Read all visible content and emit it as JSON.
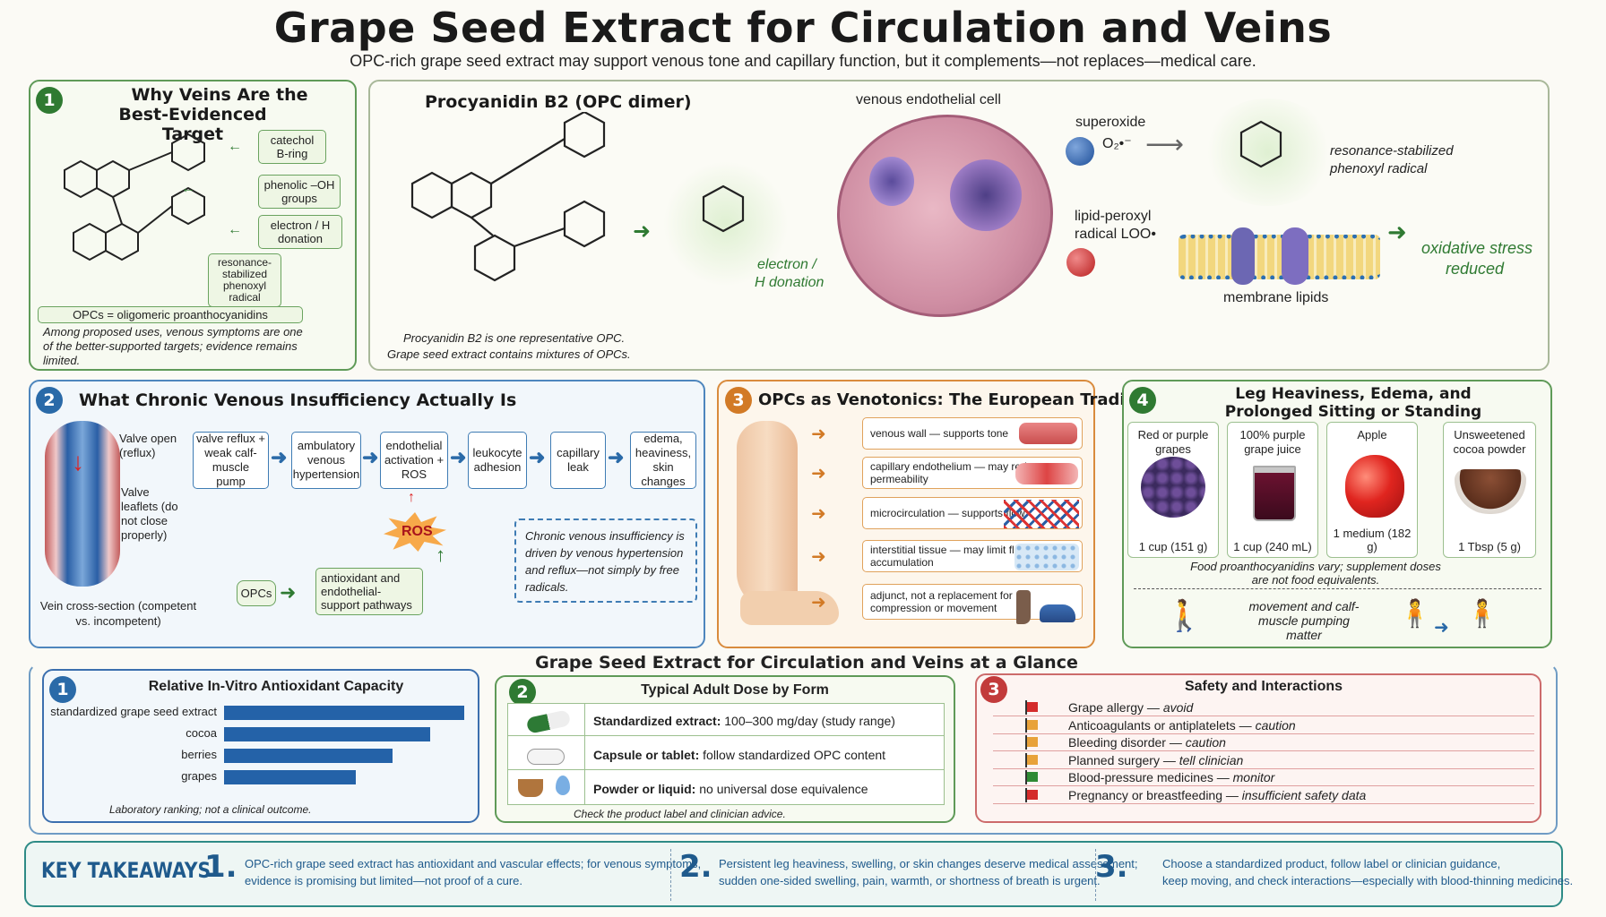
{
  "header": {
    "title": "Grape Seed Extract for Circulation and Veins",
    "subtitle": "OPC-rich grape seed extract may support venous tone and capillary function, but it complements—not replaces—medical care."
  },
  "panel1": {
    "number": "1",
    "title_line1": "Why Veins Are the",
    "title_line2": "Best-Evidenced Target",
    "labels": {
      "catechol": "catechol B-ring",
      "phenolic": "phenolic –OH groups",
      "electron": "electron / H donation",
      "resonance": "resonance-stabilized phenoxyl radical"
    },
    "opc_definition": "OPCs = oligomeric proanthocyanidins",
    "note": "Among proposed uses, venous symptoms are one of the better-supported targets; evidence remains limited."
  },
  "diagram": {
    "molecule_title": "Procyanidin B2 (OPC dimer)",
    "molecule_note_line1": "Procyanidin B2 is one representative OPC.",
    "molecule_note_line2": "Grape seed extract contains mixtures of OPCs.",
    "cell_label": "venous endothelial cell",
    "superoxide": "superoxide",
    "superoxide_formula": "O₂•⁻",
    "lipid_peroxyl_line1": "lipid-peroxyl",
    "lipid_peroxyl_line2": "radical LOO•",
    "electron_donation_line1": "electron /",
    "electron_donation_line2": "H donation",
    "radical_line1": "resonance-stabilized",
    "radical_line2": "phenoxyl radical",
    "membrane": "membrane lipids",
    "oxidative_line1": "oxidative stress",
    "oxidative_line2": "reduced"
  },
  "panel2": {
    "number": "2",
    "title": "What Chronic Venous Insufficiency Actually Is",
    "valve_open": "Valve open (reflux)",
    "valve_leaflets": "Valve leaflets (do not close properly)",
    "cross_section": "Vein cross-section (competent vs. incompetent)",
    "flow": [
      "valve reflux + weak calf-muscle pump",
      "ambulatory venous hypertension",
      "endothelial activation + ROS",
      "leukocyte adhesion",
      "capillary leak",
      "edema, heaviness, skin changes"
    ],
    "ros": "ROS",
    "opcs": "OPCs",
    "pathways": "antioxidant and endothelial-support pathways",
    "note": "Chronic venous insufficiency is driven by venous hypertension and reflux—not simply by free radicals."
  },
  "panel3": {
    "number": "3",
    "title": "OPCs as Venotonics: The European Tradition",
    "items": [
      {
        "text": "venous wall — supports tone"
      },
      {
        "text": "capillary endothelium — may reduce permeability"
      },
      {
        "text": "microcirculation — supports flow"
      },
      {
        "text": "interstitial tissue — may limit fluid accumulation"
      },
      {
        "text": "adjunct, not a replacement for compression or movement"
      }
    ]
  },
  "panel4": {
    "number": "4",
    "title_line1": "Leg Heaviness, Edema, and",
    "title_line2": "Prolonged Sitting or Standing",
    "foods": [
      {
        "name": "Red or purple grapes",
        "measure": "1 cup (151 g)"
      },
      {
        "name": "100% purple grape juice",
        "measure": "1 cup (240 mL)"
      },
      {
        "name": "Apple",
        "measure": "1 medium (182 g)"
      },
      {
        "name": "Unsweetened cocoa powder",
        "measure": "1 Tbsp (5 g)"
      }
    ],
    "food_note": "Food proanthocyanidins vary; supplement doses are not food equivalents.",
    "movement": "movement and calf-muscle pumping matter"
  },
  "glance": {
    "title": "Grape Seed Extract for Circulation and Veins at a Glance",
    "antioxidant": {
      "number": "1",
      "title": "Relative In-Vitro Antioxidant Capacity",
      "note": "Laboratory ranking; not a clinical outcome."
    },
    "dose": {
      "number": "2",
      "title": "Typical Adult Dose by Form",
      "rows": [
        {
          "bold": "Standardized extract:",
          "rest": " 100–300 mg/day (study range)"
        },
        {
          "bold": "Capsule or tablet:",
          "rest": " follow standardized OPC content"
        },
        {
          "bold": "Powder or liquid:",
          "rest": " no universal dose equivalence"
        }
      ],
      "note": "Check the product label and clinician advice."
    },
    "safety": {
      "number": "3",
      "title": "Safety and Interactions",
      "rows": [
        {
          "text": "Grape allergy — ",
          "em": "avoid",
          "flag": "#d42b2b"
        },
        {
          "text": "Anticoagulants or antiplatelets — ",
          "em": "caution",
          "flag": "#e8a23a"
        },
        {
          "text": "Bleeding disorder — ",
          "em": "caution",
          "flag": "#e8a23a"
        },
        {
          "text": "Planned surgery — ",
          "em": "tell clinician",
          "flag": "#e8a23a"
        },
        {
          "text": "Blood-pressure medicines — ",
          "em": "monitor",
          "flag": "#2f8a34"
        },
        {
          "text": "Pregnancy or breastfeeding — ",
          "em": "insufficient safety data",
          "flag": "#d42b2b"
        }
      ]
    }
  },
  "chart_data": {
    "type": "bar",
    "orientation": "horizontal",
    "title": "Relative In-Vitro Antioxidant Capacity",
    "categories": [
      "standardized grape seed extract",
      "cocoa",
      "berries",
      "grapes"
    ],
    "values": [
      100,
      86,
      70,
      55
    ],
    "grid": false
  },
  "takeaways": {
    "title": "KEY TAKEAWAYS",
    "items": [
      {
        "num": "1.",
        "line1": "OPC-rich grape seed extract has antioxidant and vascular effects; for venous symptoms,",
        "line2": "evidence is promising but limited—not proof of a cure."
      },
      {
        "num": "2.",
        "line1": "Persistent leg heaviness, swelling, or skin changes deserve medical assessment;",
        "line2": "sudden one-sided swelling, pain, warmth, or shortness of breath is urgent."
      },
      {
        "num": "3.",
        "line1": "Choose a standardized product, follow label or clinician guidance,",
        "line2": "keep moving, and check interactions—especially with blood-thinning medicines."
      }
    ]
  },
  "colors": {
    "green": "#2f7a32",
    "blue": "#2a6aa8",
    "orange": "#d27a26",
    "red": "#c23b3b",
    "bar": "#2462a8"
  }
}
